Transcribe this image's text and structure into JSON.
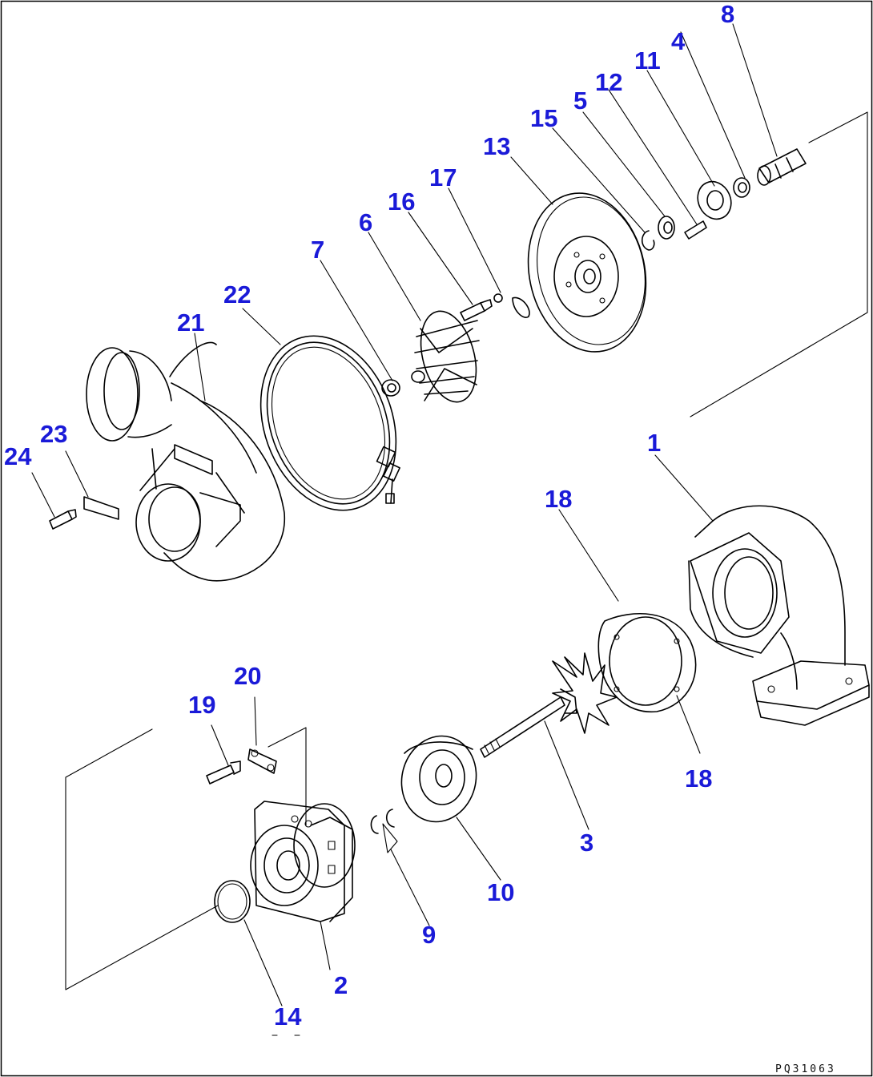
{
  "drawing_code": "PQ31063",
  "part_labels": [
    "1",
    "2",
    "3",
    "4",
    "5",
    "6",
    "7",
    "8",
    "9",
    "10",
    "11",
    "12",
    "13",
    "14",
    "15",
    "16",
    "17",
    "18",
    "19",
    "20",
    "21",
    "22",
    "23",
    "24"
  ],
  "colors": {
    "label": "#1a1ad8",
    "line": "#000000",
    "background": "#ffffff"
  }
}
